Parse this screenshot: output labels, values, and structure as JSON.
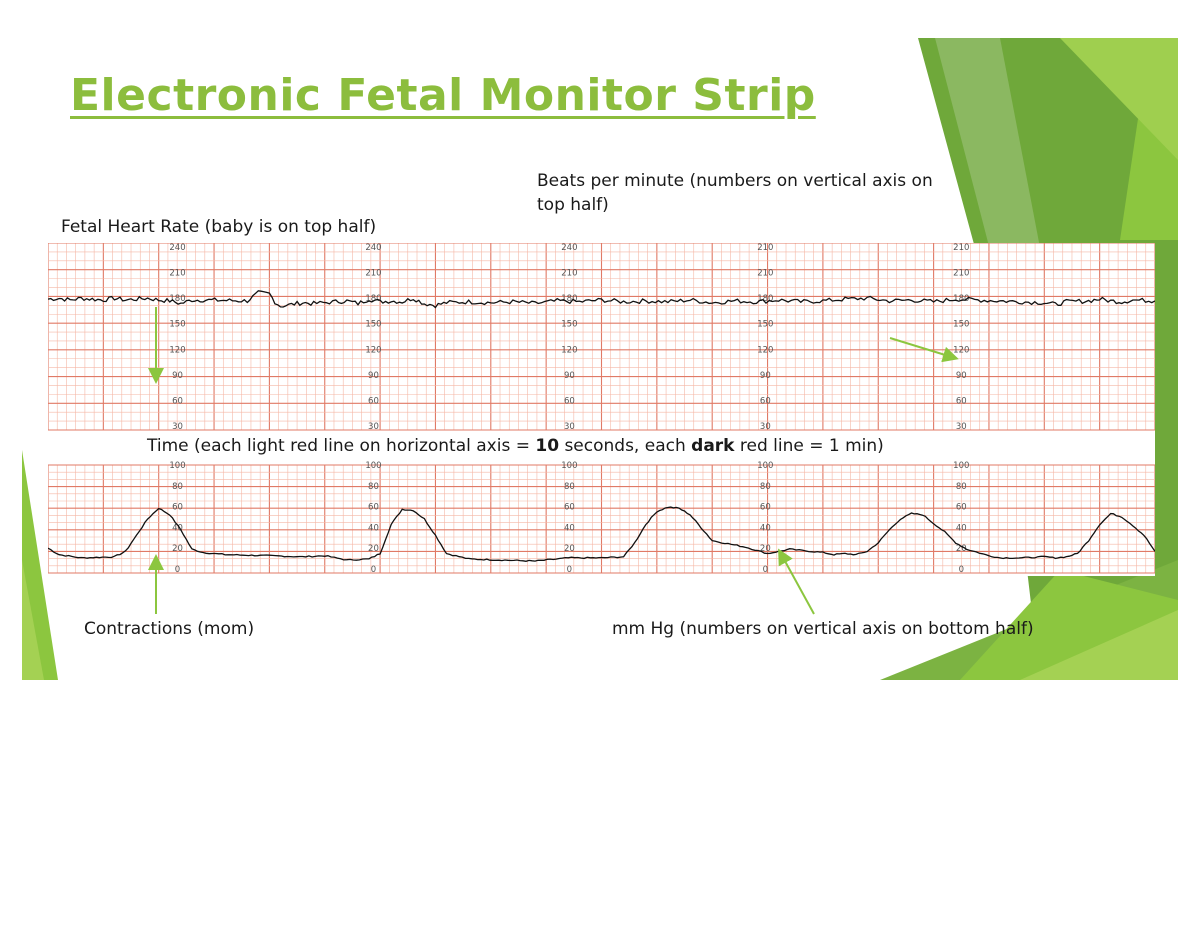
{
  "slide": {
    "title": "Electronic Fetal Monitor Strip",
    "labels": {
      "beats_per_minute": "Beats per minute (numbers on vertical axis on top half)",
      "fetal_heart_rate": "Fetal Heart Rate (baby is on top half)",
      "time_prefix": "Time (each light red line on horizontal axis = ",
      "time_emph_1": "10",
      "time_mid": " seconds, each ",
      "time_emph_2": "dark",
      "time_suffix": " red line = 1 min)",
      "contractions": "Contractions (mom)",
      "mm_hg": "mm Hg (numbers on vertical axis on bottom half)"
    },
    "colors": {
      "title_green": "#8cbd3d",
      "arrow_green": "#8cc63f",
      "grid_light": "#f5b7a6",
      "grid_dark": "#e07a66",
      "trace": "#111111"
    }
  },
  "strip": {
    "fhr_scale_labels": [
      [
        "240",
        "210",
        "180",
        "150",
        "120",
        "90",
        "60",
        "30"
      ],
      [
        "240",
        "210",
        "180",
        "150",
        "120",
        "90",
        "60",
        "30"
      ],
      [
        "240",
        "210",
        "180",
        "150",
        "120",
        "90",
        "60",
        "30"
      ],
      [
        "210",
        "210",
        "180",
        "150",
        "120",
        "90",
        "60",
        "30"
      ],
      [
        "210",
        "210",
        "180",
        "150",
        "120",
        "90",
        "60",
        "30"
      ]
    ],
    "uc_scale_labels": [
      [
        "100",
        "80",
        "60",
        "40",
        "20",
        "0"
      ],
      [
        "100",
        "80",
        "60",
        "40",
        "20",
        "0"
      ],
      [
        "100",
        "80",
        "60",
        "40",
        "20",
        "0"
      ],
      [
        "100",
        "80",
        "60",
        "40",
        "20",
        "0"
      ],
      [
        "100",
        "80",
        "60",
        "40",
        "20",
        "0"
      ]
    ],
    "fhr_trace": {
      "unit": "bpm",
      "approx_baseline": 175,
      "points": [
        [
          0,
          177
        ],
        [
          0.01,
          178
        ],
        [
          0.02,
          176
        ],
        [
          0.03,
          178
        ],
        [
          0.04,
          177
        ],
        [
          0.05,
          176
        ],
        [
          0.06,
          178
        ],
        [
          0.07,
          176
        ],
        [
          0.08,
          177
        ],
        [
          0.09,
          178
        ],
        [
          0.1,
          176
        ],
        [
          0.11,
          175
        ],
        [
          0.12,
          172
        ],
        [
          0.13,
          176
        ],
        [
          0.14,
          176
        ],
        [
          0.18,
          175
        ],
        [
          0.19,
          184
        ],
        [
          0.2,
          183
        ],
        [
          0.205,
          174
        ],
        [
          0.21,
          169
        ],
        [
          0.22,
          171
        ],
        [
          0.23,
          173
        ],
        [
          0.24,
          172
        ],
        [
          0.26,
          174
        ],
        [
          0.27,
          175
        ],
        [
          0.28,
          172
        ],
        [
          0.29,
          177
        ],
        [
          0.3,
          174
        ],
        [
          0.31,
          175
        ],
        [
          0.32,
          174
        ],
        [
          0.33,
          178
        ],
        [
          0.34,
          172
        ],
        [
          0.35,
          170
        ],
        [
          0.36,
          173
        ],
        [
          0.38,
          174
        ],
        [
          0.4,
          173
        ],
        [
          0.42,
          174
        ],
        [
          0.44,
          172
        ],
        [
          0.46,
          175
        ],
        [
          0.48,
          174
        ],
        [
          0.5,
          176
        ],
        [
          0.52,
          174
        ],
        [
          0.54,
          175
        ],
        [
          0.56,
          174
        ],
        [
          0.58,
          176
        ],
        [
          0.6,
          173
        ],
        [
          0.62,
          175
        ],
        [
          0.64,
          174
        ],
        [
          0.66,
          176
        ],
        [
          0.68,
          174
        ],
        [
          0.7,
          175
        ],
        [
          0.72,
          177
        ],
        [
          0.74,
          178
        ],
        [
          0.76,
          175
        ],
        [
          0.78,
          176
        ],
        [
          0.8,
          174
        ],
        [
          0.82,
          177
        ],
        [
          0.84,
          176
        ],
        [
          0.86,
          175
        ],
        [
          0.88,
          174
        ],
        [
          0.9,
          173
        ],
        [
          0.91,
          171
        ],
        [
          0.92,
          174
        ],
        [
          0.94,
          175
        ],
        [
          0.95,
          177
        ],
        [
          0.96,
          175
        ],
        [
          0.97,
          174
        ],
        [
          0.98,
          176
        ],
        [
          1.0,
          175
        ]
      ]
    },
    "uc_trace": {
      "unit": "mm Hg",
      "points": [
        [
          0,
          23
        ],
        [
          0.01,
          17
        ],
        [
          0.03,
          14
        ],
        [
          0.06,
          15
        ],
        [
          0.07,
          20
        ],
        [
          0.08,
          35
        ],
        [
          0.09,
          50
        ],
        [
          0.1,
          60
        ],
        [
          0.11,
          54
        ],
        [
          0.12,
          40
        ],
        [
          0.13,
          22
        ],
        [
          0.14,
          19
        ],
        [
          0.16,
          17
        ],
        [
          0.2,
          16
        ],
        [
          0.23,
          15
        ],
        [
          0.25,
          16
        ],
        [
          0.27,
          12
        ],
        [
          0.29,
          13
        ],
        [
          0.3,
          18
        ],
        [
          0.31,
          45
        ],
        [
          0.32,
          59
        ],
        [
          0.33,
          58
        ],
        [
          0.34,
          50
        ],
        [
          0.35,
          35
        ],
        [
          0.36,
          18
        ],
        [
          0.38,
          13
        ],
        [
          0.41,
          12
        ],
        [
          0.44,
          11
        ],
        [
          0.47,
          14
        ],
        [
          0.49,
          14
        ],
        [
          0.5,
          14
        ],
        [
          0.52,
          15
        ],
        [
          0.53,
          28
        ],
        [
          0.54,
          45
        ],
        [
          0.55,
          57
        ],
        [
          0.56,
          61
        ],
        [
          0.57,
          60
        ],
        [
          0.58,
          54
        ],
        [
          0.59,
          42
        ],
        [
          0.6,
          30
        ],
        [
          0.62,
          26
        ],
        [
          0.63,
          24
        ],
        [
          0.65,
          18
        ],
        [
          0.66,
          20
        ],
        [
          0.67,
          22
        ],
        [
          0.69,
          20
        ],
        [
          0.7,
          19
        ],
        [
          0.71,
          17
        ],
        [
          0.72,
          18
        ],
        [
          0.73,
          17
        ],
        [
          0.74,
          20
        ],
        [
          0.75,
          28
        ],
        [
          0.76,
          40
        ],
        [
          0.77,
          50
        ],
        [
          0.78,
          55
        ],
        [
          0.79,
          54
        ],
        [
          0.8,
          46
        ],
        [
          0.81,
          38
        ],
        [
          0.82,
          28
        ],
        [
          0.83,
          22
        ],
        [
          0.85,
          16
        ],
        [
          0.86,
          14
        ],
        [
          0.88,
          14
        ],
        [
          0.9,
          15
        ],
        [
          0.91,
          14
        ],
        [
          0.92,
          15
        ],
        [
          0.93,
          18
        ],
        [
          0.94,
          30
        ],
        [
          0.95,
          45
        ],
        [
          0.96,
          55
        ],
        [
          0.97,
          52
        ],
        [
          0.98,
          44
        ],
        [
          0.99,
          35
        ],
        [
          1.0,
          20
        ]
      ]
    }
  }
}
